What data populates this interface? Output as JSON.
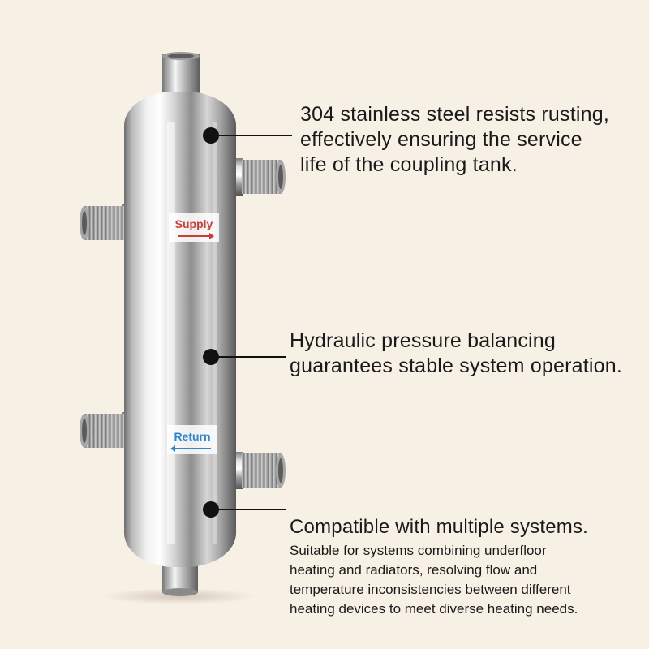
{
  "labels": {
    "supply": "Supply",
    "return": "Return"
  },
  "colors": {
    "background": "#f7f0e4",
    "supply_text": "#d23a32",
    "return_text": "#2f86d6",
    "text": "#1a1a1a"
  },
  "callouts": [
    {
      "heading": "304 stainless steel resists rusting,\neffectively ensuring the service\nlife of the coupling tank.",
      "body": ""
    },
    {
      "heading": "Hydraulic pressure balancing\nguarantees stable system operation.",
      "body": ""
    },
    {
      "heading": "Compatible with multiple systems.",
      "body": "Suitable for systems combining underfloor\nheating and radiators, resolving flow and\ntemperature inconsistencies between different\nheating devices to meet diverse heating needs."
    }
  ]
}
